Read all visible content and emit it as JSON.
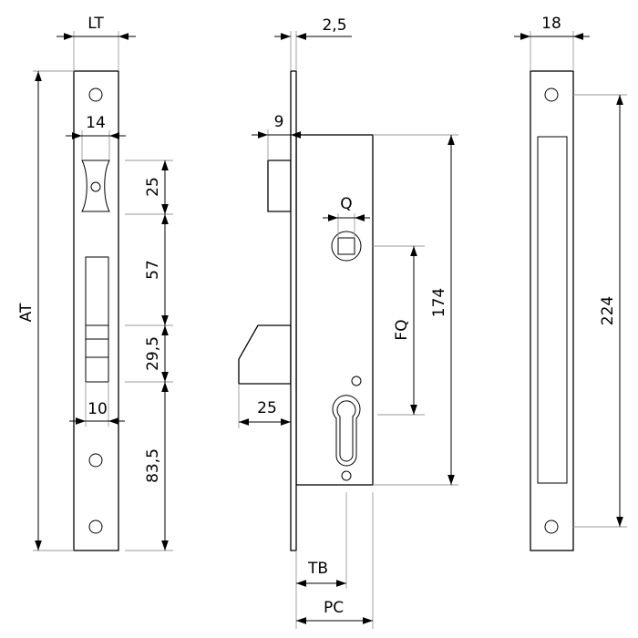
{
  "labels": {
    "lt": "LT",
    "s14": "14",
    "s25a": "25",
    "s57": "57",
    "s29_5": "29,5",
    "s10": "10",
    "s83_5": "83,5",
    "at": "AT",
    "s2_5": "2,5",
    "s9": "9",
    "q": "Q",
    "fq": "FQ",
    "s174": "174",
    "s25b": "25",
    "tb": "TB",
    "pc": "PC",
    "s18": "18",
    "s224": "224"
  }
}
